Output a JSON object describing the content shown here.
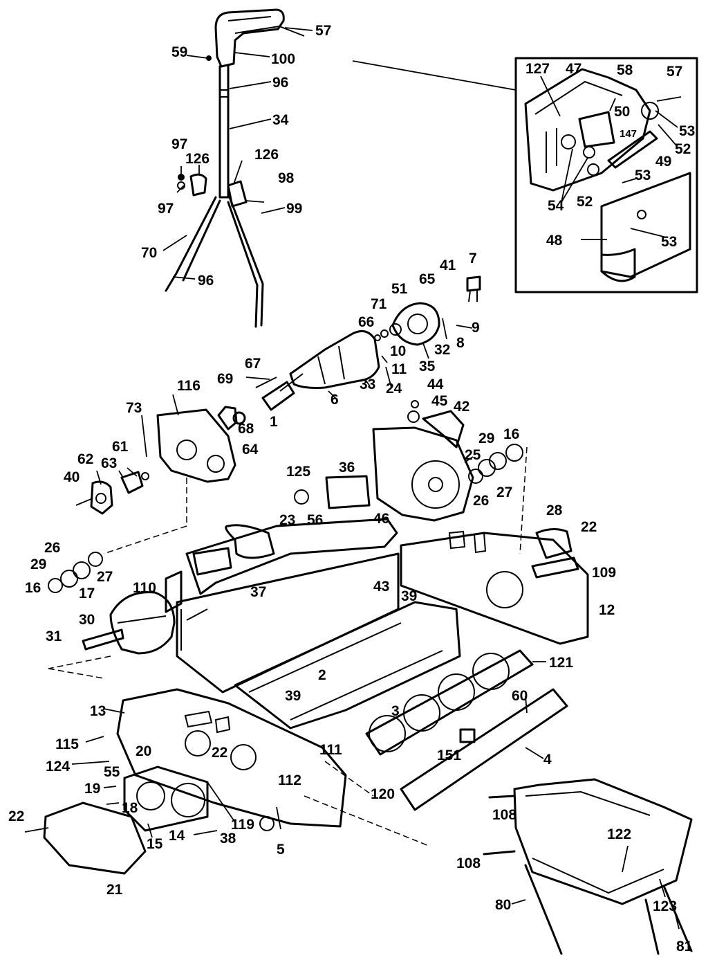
{
  "labels": {
    "p57a": "57",
    "p59": "59",
    "p100": "100",
    "p96a": "96",
    "p34": "34",
    "p97a": "97",
    "p126a": "126",
    "p126b": "126",
    "p98": "98",
    "p97b": "97",
    "p99": "99",
    "p70": "70",
    "p96b": "96",
    "p127": "127",
    "p47": "47",
    "p58": "58",
    "p57b": "57",
    "p50": "50",
    "p147": "147",
    "p53a": "53",
    "p52a": "52",
    "p49": "49",
    "p53b": "53",
    "p54": "54",
    "p52b": "52",
    "p48": "48",
    "p53c": "53",
    "p7": "7",
    "p41": "41",
    "p65": "65",
    "p51": "51",
    "p71": "71",
    "p66": "66",
    "p9": "9",
    "p8": "8",
    "p32": "32",
    "p10": "10",
    "p11": "11",
    "p35": "35",
    "p24": "24",
    "p33": "33",
    "p67": "67",
    "p6": "6",
    "p69": "69",
    "p116": "116",
    "p1": "1",
    "p68": "68",
    "p64": "64",
    "p73": "73",
    "p61": "61",
    "p62": "62",
    "p63": "63",
    "p40": "40",
    "p44": "44",
    "p45": "45",
    "p42": "42",
    "p16a": "16",
    "p29a": "29",
    "p25": "25",
    "p26a": "26",
    "p27a": "27",
    "p125": "125",
    "p36": "36",
    "p23": "23",
    "p56": "56",
    "p46": "46",
    "p28": "28",
    "p22a": "22",
    "p26b": "26",
    "p29b": "29",
    "p27b": "27",
    "p16b": "16",
    "p17": "17",
    "p110": "110",
    "p37": "37",
    "p109": "109",
    "p43": "43",
    "p39a": "39",
    "p12": "12",
    "p30": "30",
    "p31": "31",
    "p121": "121",
    "p2": "2",
    "p13": "13",
    "p39b": "39",
    "p3": "3",
    "p60": "60",
    "p115": "115",
    "p22b": "22",
    "p111": "111",
    "p20": "20",
    "p124": "124",
    "p55": "55",
    "p151": "151",
    "p4": "4",
    "p112": "112",
    "p19": "19",
    "p18": "18",
    "p120": "120",
    "p22c": "22",
    "p14": "14",
    "p119": "119",
    "p108a": "108",
    "p15": "15",
    "p38": "38",
    "p5": "5",
    "p122": "122",
    "p21": "21",
    "p108b": "108",
    "p80": "80",
    "p123": "123",
    "p81": "81"
  }
}
